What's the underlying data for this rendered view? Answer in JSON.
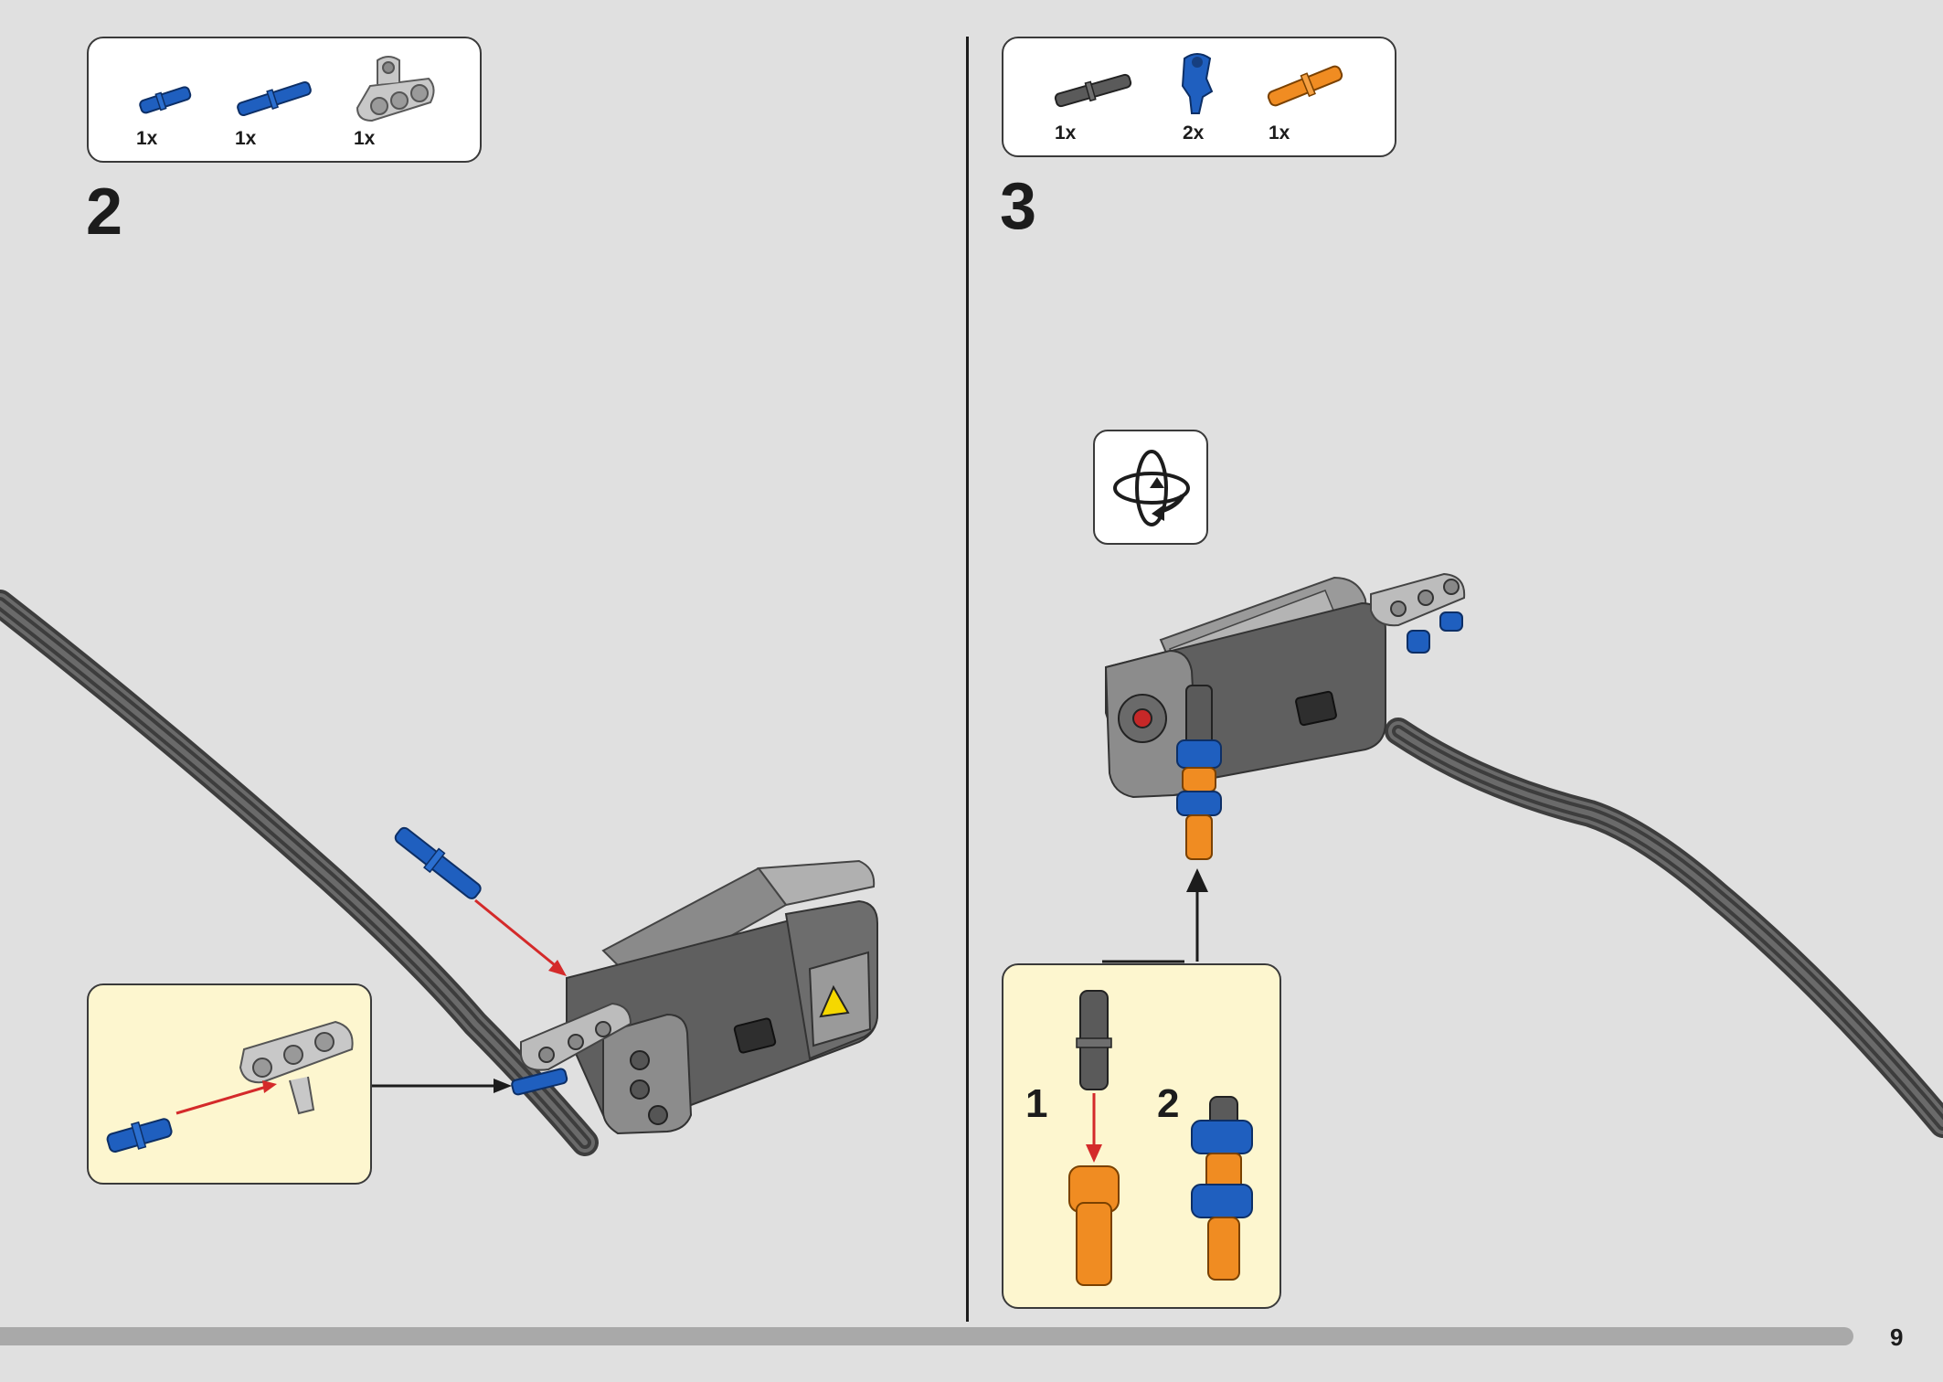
{
  "page": {
    "number": "9",
    "accent": "#fdf6cf"
  },
  "step2": {
    "number": "2",
    "parts": [
      {
        "qty": "1x",
        "icon": "blue-pin-icon"
      },
      {
        "qty": "1x",
        "icon": "blue-long-pin-icon"
      },
      {
        "qty": "1x",
        "icon": "grey-beam-icon"
      }
    ]
  },
  "step3": {
    "number": "3",
    "parts": [
      {
        "qty": "1x",
        "icon": "dark-grey-axle-pin-icon"
      },
      {
        "qty": "2x",
        "icon": "blue-axle-connector-icon"
      },
      {
        "qty": "1x",
        "icon": "orange-pin-icon"
      }
    ],
    "substeps": [
      "1",
      "2"
    ],
    "rotate_icon": "rotate-model-icon"
  },
  "colors": {
    "blue": "#1f5fbf",
    "orange": "#f08c22",
    "red_arrow": "#d42a2a",
    "motor_dark": "#5c5c5c",
    "motor_light": "#a8a8a8"
  }
}
